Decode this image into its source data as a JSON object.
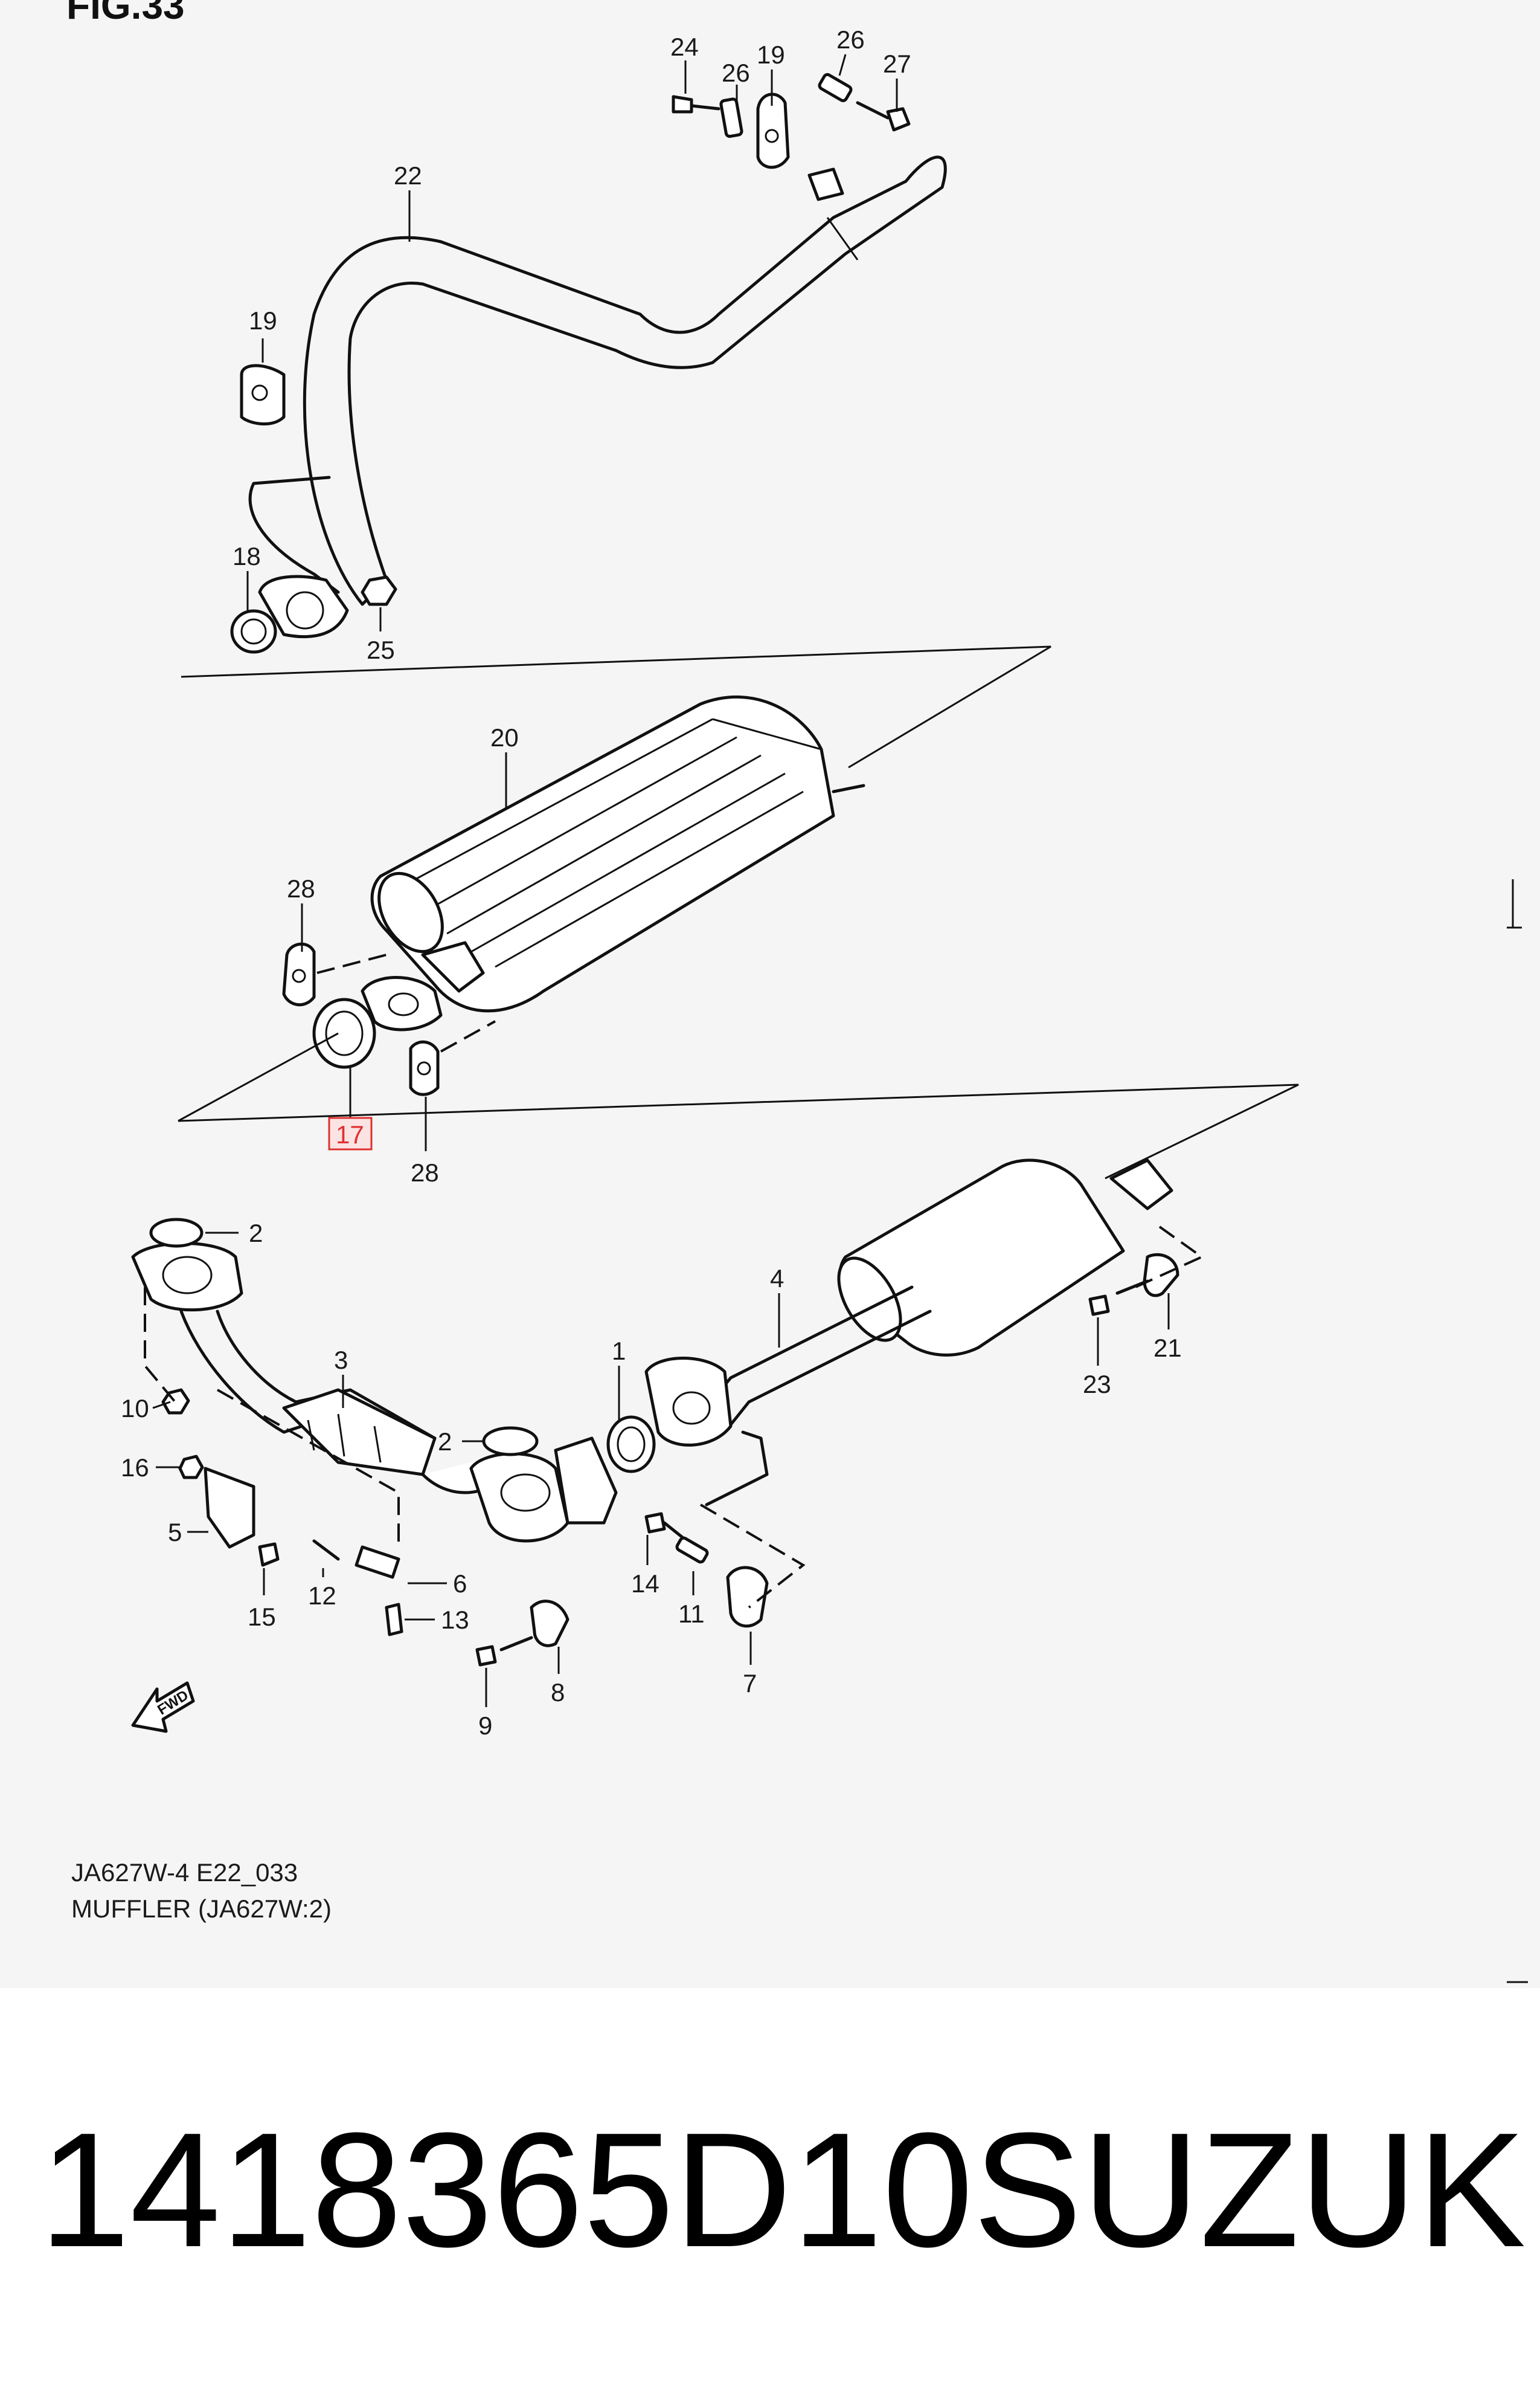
{
  "figure": {
    "title_fragment": "FIG.33",
    "caption_code": "JA627W-4 E22_033",
    "caption_name": "MUFFLER (JA627W:2)",
    "forward_marker": "FWD",
    "highlight_color": "#e03030"
  },
  "callouts": [
    "24",
    "26",
    "19",
    "26",
    "27",
    "22",
    "19",
    "18",
    "25",
    "20",
    "28",
    "17",
    "28",
    "2",
    "4",
    "21",
    "3",
    "1",
    "23",
    "10",
    "2",
    "16",
    "5",
    "6",
    "15",
    "12",
    "13",
    "14",
    "11",
    "8",
    "7",
    "9"
  ],
  "highlighted_callout": "17",
  "footer": {
    "part_number": "1418365D10",
    "brand": "SUZUKI"
  }
}
